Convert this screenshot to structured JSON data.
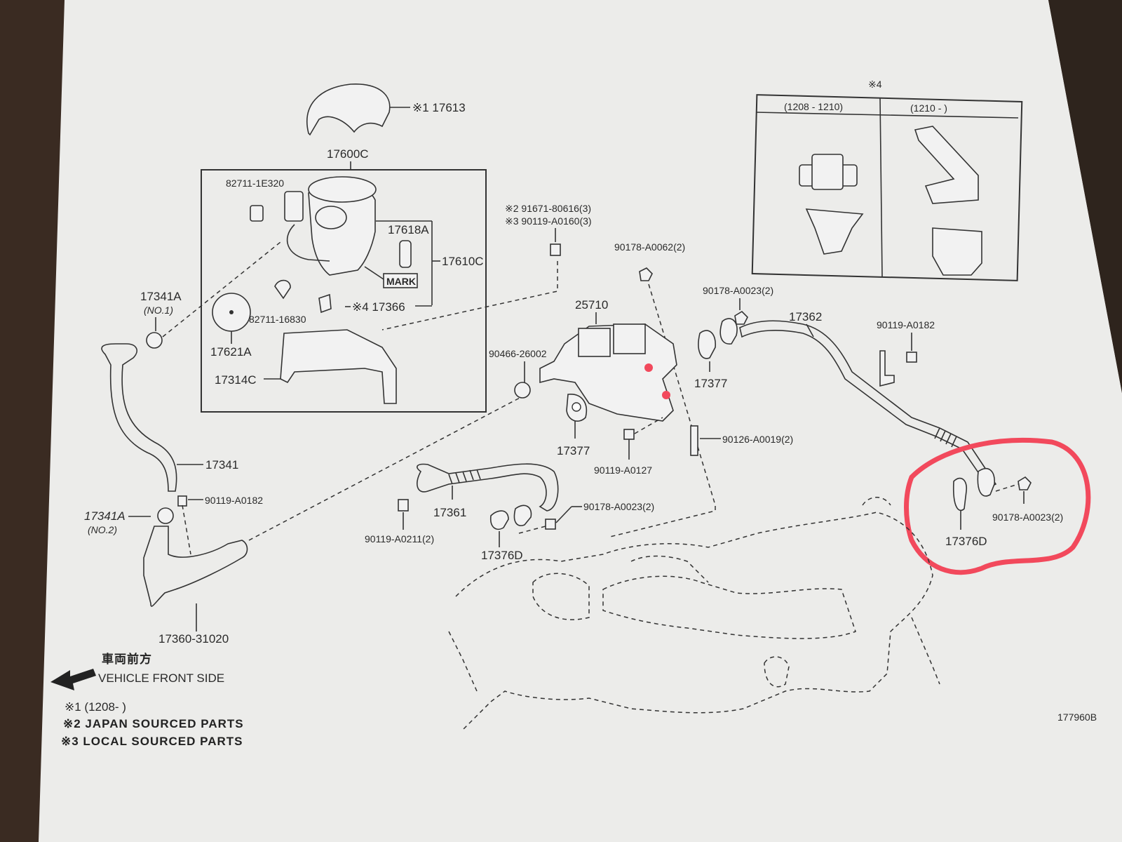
{
  "diagram": {
    "header_note": "※4",
    "inset": {
      "col1": "(1208 - 1210)",
      "col2": "(1210 -        )"
    },
    "labels": {
      "p17613": "※1 17613",
      "p17600C": "17600C",
      "p82711_1E320": "82711-1E320",
      "p17618A": "17618A",
      "p17610C": "17610C",
      "mark": "MARK",
      "p17366": "※4 17366",
      "p17341A_1": "17341A",
      "no1": "(NO.1)",
      "p82711_16830": "82711-16830",
      "p17621A": "17621A",
      "p17314C": "17314C",
      "note2_part": "※2 91671-80616(3)",
      "note3_part": "※3 90119-A0160(3)",
      "p90178_A0062": "90178-A0062(2)",
      "p25710": "25710",
      "p90466": "90466-26002",
      "p90178_A0023_top": "90178-A0023(2)",
      "p17362": "17362",
      "p90119_A0182_r": "90119-A0182",
      "p17377_r": "17377",
      "p17377_c": "17377",
      "p90126": "90126-A0019(2)",
      "p90119_A0127": "90119-A0127",
      "p17341": "17341",
      "p90119_A0182_l": "90119-A0182",
      "p17341A_2": "17341A",
      "no2": "(NO.2)",
      "p17361": "17361",
      "p90178_A0023_mid": "90178-A0023(2)",
      "p90119_A0211": "90119-A0211(2)",
      "p17376D_c": "17376D",
      "p17376D_r": "17376D",
      "p90178_A0023_r": "90178-A0023(2)",
      "p17360": "17360-31020",
      "front_jp": "車両前方",
      "front_en": "VEHICLE FRONT SIDE",
      "note1": "※1 (1208-      )",
      "note2": "※2 JAPAN SOURCED PARTS",
      "note3": "※3 LOCAL SOURCED PARTS",
      "figure_id": "177960B"
    },
    "colors": {
      "paper": "#ececea",
      "ink": "#333333",
      "highlight": "#f2495c"
    }
  }
}
